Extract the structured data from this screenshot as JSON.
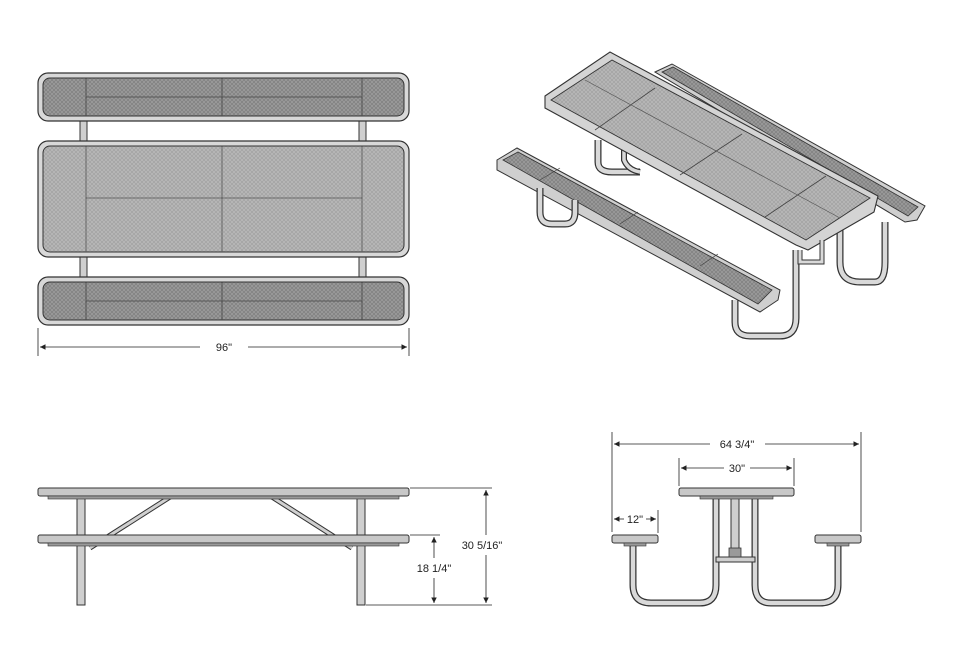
{
  "views": {
    "top": {
      "dimensions": {
        "length": "96\""
      }
    },
    "side": {
      "dimensions": {
        "overall_height": "30 5/16\"",
        "seat_height": "18 1/4\""
      }
    },
    "end": {
      "dimensions": {
        "overall_width": "64 3/4\"",
        "table_width": "30\"",
        "seat_width": "12\""
      }
    },
    "isometric": {}
  },
  "colors": {
    "line": "#333333",
    "fill_dark": "#8a8a8a",
    "fill_mid": "#a9a9a9",
    "fill_light": "#d9d9d9",
    "frame": "#bfbfbf"
  }
}
